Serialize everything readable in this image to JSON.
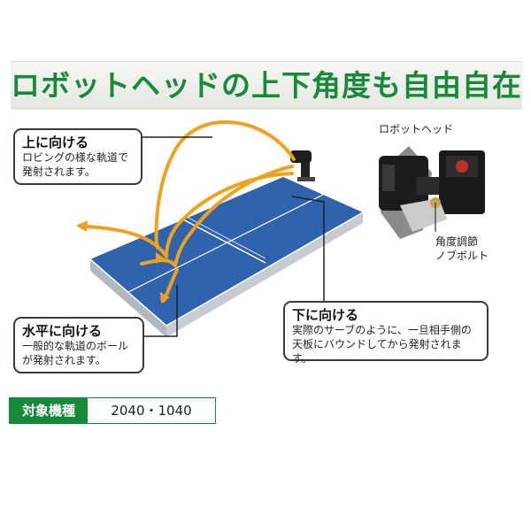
{
  "title": "ロボットヘッドの上下角度も自由自在",
  "callouts": {
    "up": {
      "heading": "上に向ける",
      "body": "ロビングの様な軌道で\n発射されます。"
    },
    "horizontal": {
      "heading": "水平に向ける",
      "body": "一般的な軌道のボール\nが発射されます。"
    },
    "down": {
      "heading": "下に向ける",
      "body": "実際のサーブのように、一旦相手側の\n天板にバウンドしてから発射されます。"
    }
  },
  "product_labels": {
    "robot_head": "ロボットヘッド",
    "knob": "角度調節\nノブボルト"
  },
  "models": {
    "label": "対象機種",
    "value": "2040・1040"
  },
  "colors": {
    "accent_green": "#178a3a",
    "table_blue": "#2f63ad",
    "trajectory_orange": "#f0a21c"
  }
}
